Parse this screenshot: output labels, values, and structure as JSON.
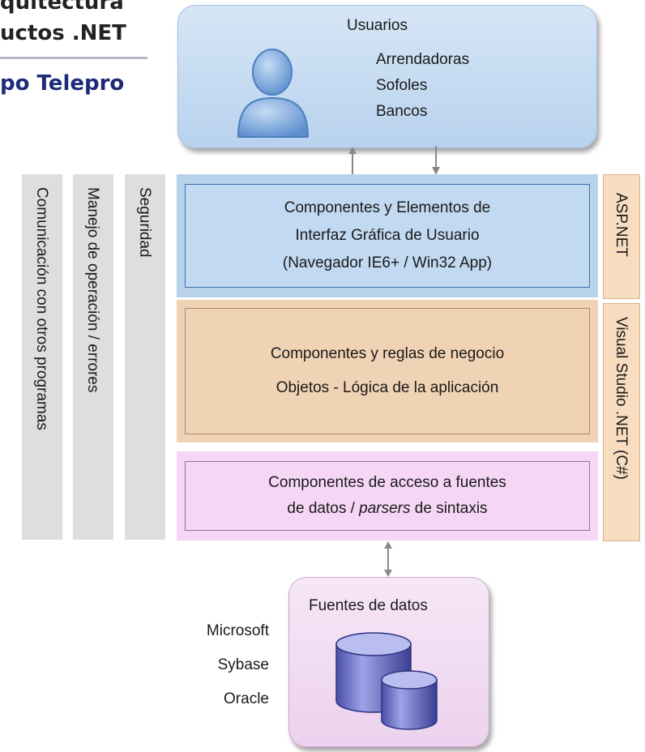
{
  "header": {
    "line1": "quitectura",
    "line2": "uctos .NET",
    "line3": "po Telepro"
  },
  "users": {
    "title": "Usuarios",
    "items": [
      "Arrendadoras",
      "Sofoles",
      "Bancos"
    ]
  },
  "columns": {
    "comunicacion": "Comunicación  con otros programas",
    "manejo": "Manejo de operación / errores",
    "seguridad": "Seguridad"
  },
  "layers": {
    "ui": [
      "Componentes y Elementos de",
      "Interfaz Gráfica de Usuario",
      "(Navegador IE6+ / Win32 App)"
    ],
    "business": [
      "Componentes y reglas de negocio",
      "Objetos - Lógica de la aplicación"
    ],
    "data_line1": "Componentes de acceso a fuentes",
    "data_line2_pre": "de datos / ",
    "data_line2_em": "parsers",
    "data_line2_post": " de sintaxis"
  },
  "tech": {
    "asp": "ASP.NET",
    "vs": "Visual  Studio .NET (C#)"
  },
  "data_sources": {
    "title": "Fuentes de datos",
    "vendors": [
      "Microsoft",
      "Sybase",
      "Oracle"
    ]
  },
  "colors": {
    "users_blue": "#bdd5ef",
    "ui_blue": "#c1d9f1",
    "business_peach": "#f0d2b4",
    "data_pink": "#f5d6f5",
    "column_gray": "#dedede",
    "header_navy": "#1d2a78"
  },
  "icons": [
    "user-silhouette-icon",
    "database-icon"
  ]
}
